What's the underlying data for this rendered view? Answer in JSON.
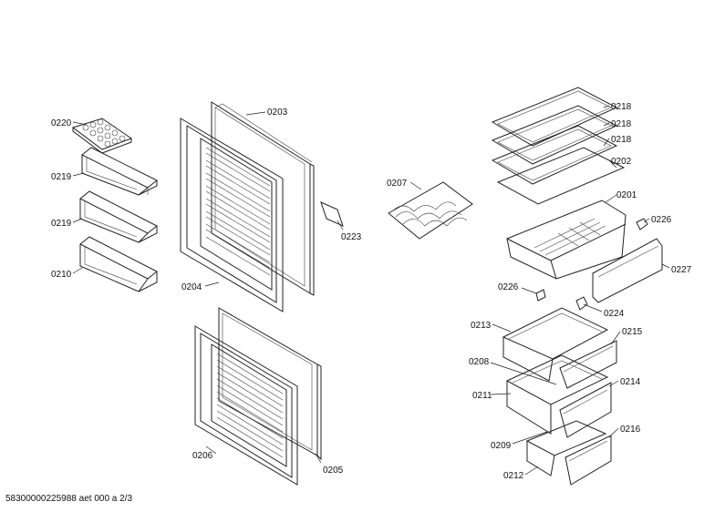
{
  "footer": "58300000225988 aet 000 a 2/3",
  "labels": {
    "l0220": "0220",
    "l0219a": "0219",
    "l0219b": "0219",
    "l0210": "0210",
    "l0203": "0203",
    "l0223": "0223",
    "l0204": "0204",
    "l0206": "0206",
    "l0205": "0205",
    "l0207": "0207",
    "l0218a": "0218",
    "l0218b": "0218",
    "l0218c": "0218",
    "l0202": "0202",
    "l0201": "0201",
    "l0226a": "0226",
    "l0227": "0227",
    "l0226b": "0226",
    "l0224": "0224",
    "l0213": "0213",
    "l0215": "0215",
    "l0208": "0208",
    "l0214": "0214",
    "l0211": "0211",
    "l0216": "0216",
    "l0209": "0209",
    "l0212": "0212"
  }
}
